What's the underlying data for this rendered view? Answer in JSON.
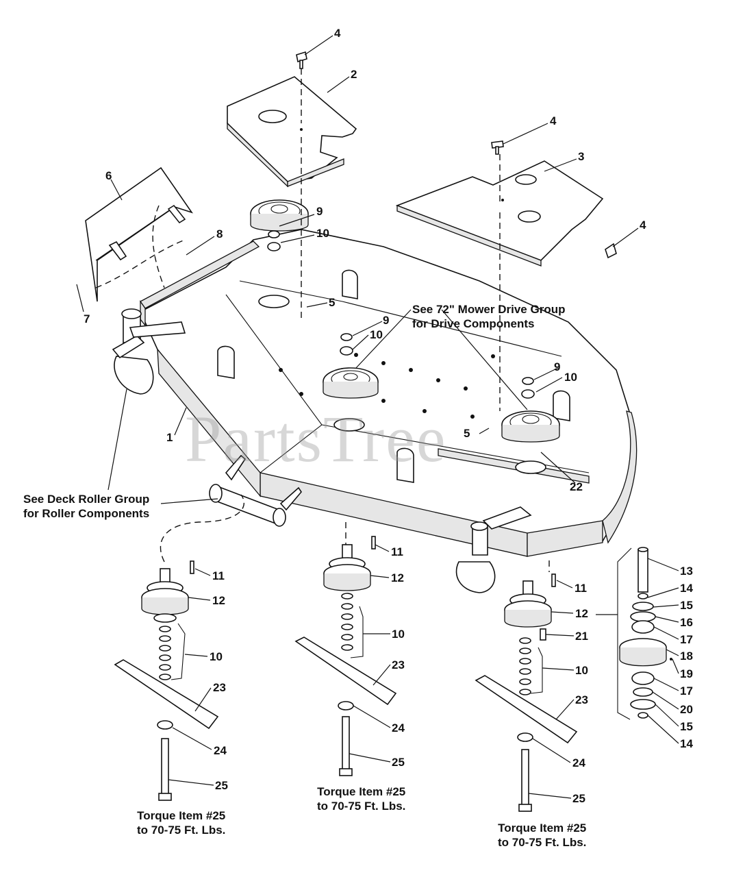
{
  "watermark": "PartsTree",
  "callouts": {
    "c1": "1",
    "c2": "2",
    "c3": "3",
    "c4a": "4",
    "c4b": "4",
    "c4c": "4",
    "c5a": "5",
    "c5b": "5",
    "c6": "6",
    "c7": "7",
    "c8": "8",
    "c9a": "9",
    "c9b": "9",
    "c9c": "9",
    "c10a": "10",
    "c10b": "10",
    "c10c": "10",
    "c10d": "10",
    "c10e": "10",
    "c10f": "10",
    "c11a": "11",
    "c11b": "11",
    "c11c": "11",
    "c12a": "12",
    "c12b": "12",
    "c12c": "12",
    "c13": "13",
    "c14a": "14",
    "c14b": "14",
    "c15a": "15",
    "c15b": "15",
    "c16": "16",
    "c17a": "17",
    "c17b": "17",
    "c18": "18",
    "c19": "19",
    "c20": "20",
    "c21": "21",
    "c22": "22",
    "c23a": "23",
    "c23b": "23",
    "c23c": "23",
    "c24a": "24",
    "c24b": "24",
    "c24c": "24",
    "c25a": "25",
    "c25b": "25",
    "c25c": "25"
  },
  "notes": {
    "drive_line1": "See 72\" Mower Drive Group",
    "drive_line2": "for Drive Components",
    "roller_line1": "See Deck Roller Group",
    "roller_line2": "for Roller Components",
    "torque_left_line1": "Torque Item #25",
    "torque_left_line2": "to 70-75 Ft. Lbs.",
    "torque_mid_line1": "Torque Item #25",
    "torque_mid_line2": "to 70-75 Ft. Lbs.",
    "torque_right_line1": "Torque Item #25",
    "torque_right_line2": "to 70-75 Ft. Lbs."
  }
}
